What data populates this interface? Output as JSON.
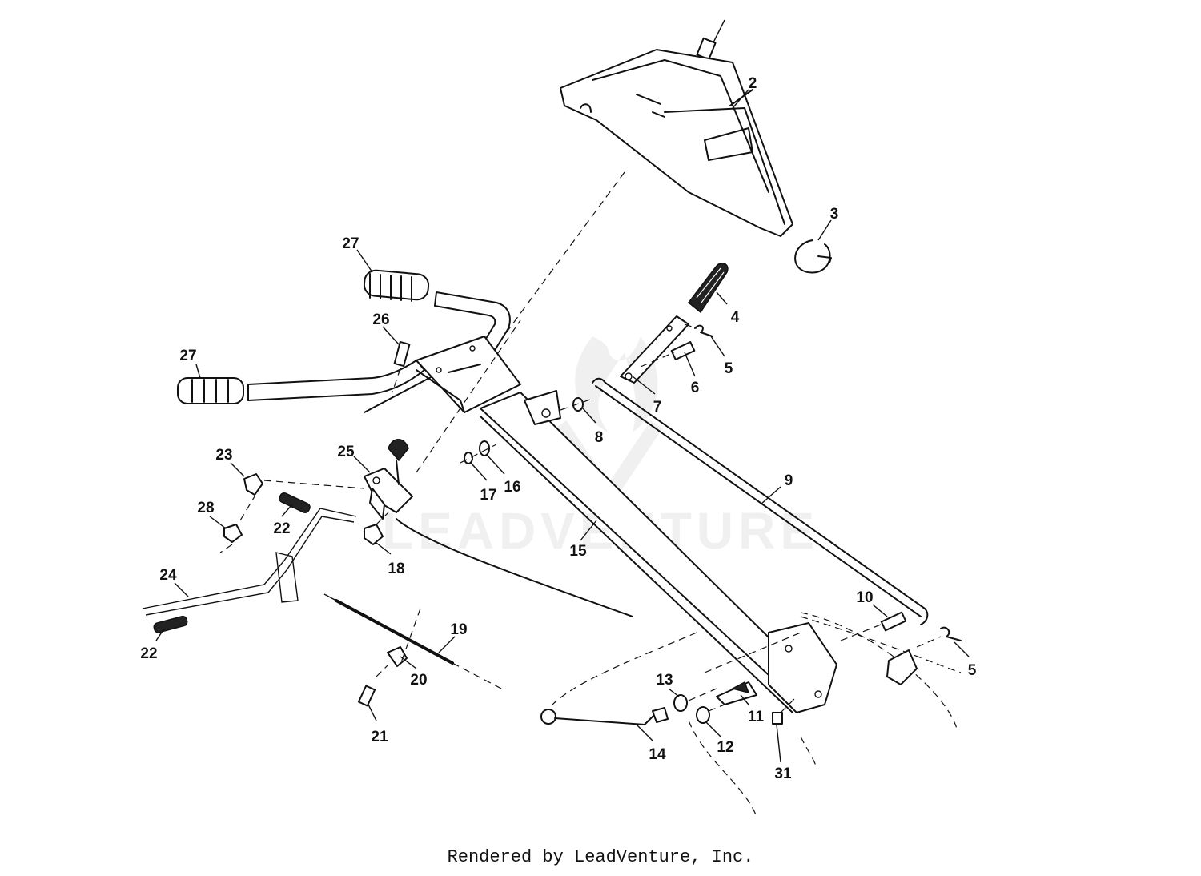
{
  "footer": {
    "text": "Rendered by LeadVenture, Inc."
  },
  "watermark": {
    "text": "LEADVENTURE"
  },
  "labels": {
    "p2": "2",
    "p3": "3",
    "p27a": "27",
    "p4": "4",
    "p26": "26",
    "p5a": "5",
    "p27b": "27",
    "p6": "6",
    "p7": "7",
    "p8": "8",
    "p23": "23",
    "p25": "25",
    "p9": "9",
    "p17": "17",
    "p16": "16",
    "p28": "28",
    "p22a": "22",
    "p15": "15",
    "p18": "18",
    "p24": "24",
    "p10": "10",
    "p19": "19",
    "p22b": "22",
    "p20": "20",
    "p5b": "5",
    "p13": "13",
    "p11": "11",
    "p21": "21",
    "p12": "12",
    "p14": "14",
    "p31": "31"
  },
  "colors": {
    "line": "#111111",
    "watermark": "#e4e4e4"
  }
}
